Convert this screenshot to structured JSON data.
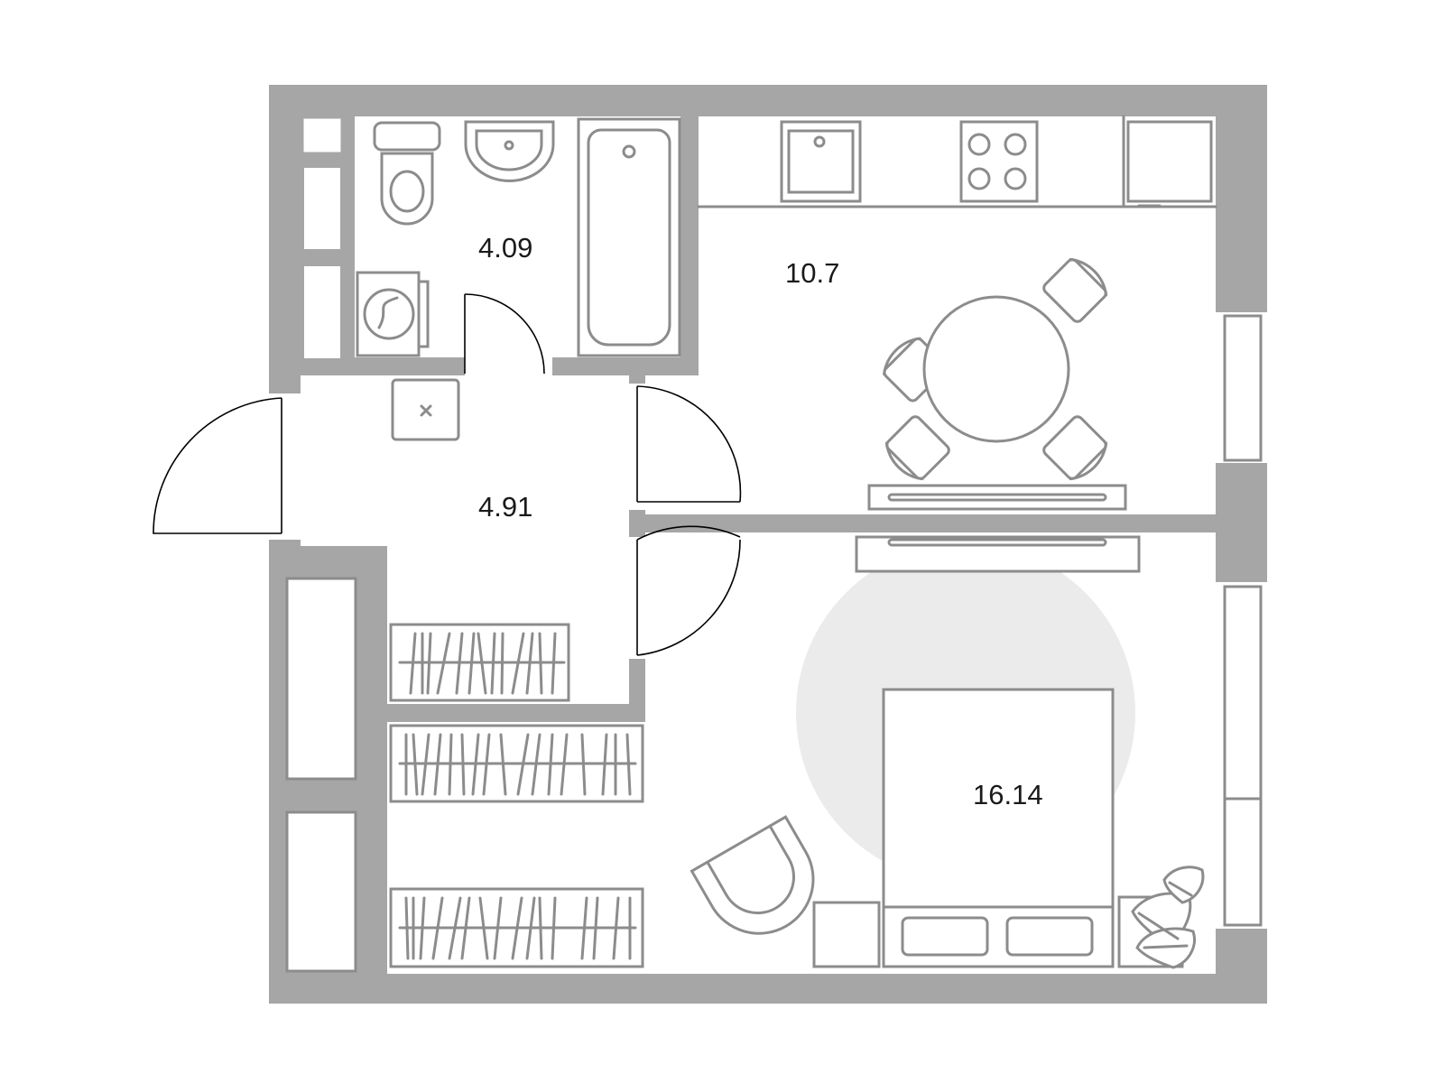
{
  "plan": {
    "colors": {
      "wall": "#a6a6a6",
      "furniture_stroke": "#8c8c8c",
      "rug": "#ebebeb",
      "door_arc": "#000000",
      "background": "#ffffff"
    },
    "rooms": {
      "bathroom": {
        "area": "4.09"
      },
      "hallway": {
        "area": "4.91"
      },
      "kitchen": {
        "area": "10.7"
      },
      "bedroom": {
        "area": "16.14"
      }
    },
    "icons": [
      "toilet-icon",
      "sink-icon",
      "bathtub-icon",
      "washing-machine-icon",
      "kitchen-sink-icon",
      "stove-icon",
      "fridge-icon",
      "dining-table-icon",
      "chair-icon",
      "tv-stand-icon",
      "wardrobe-icon",
      "bed-icon",
      "pillow-icon",
      "armchair-icon",
      "nightstand-icon",
      "plant-icon",
      "rug-icon",
      "door-swing-icon",
      "window-icon"
    ]
  }
}
